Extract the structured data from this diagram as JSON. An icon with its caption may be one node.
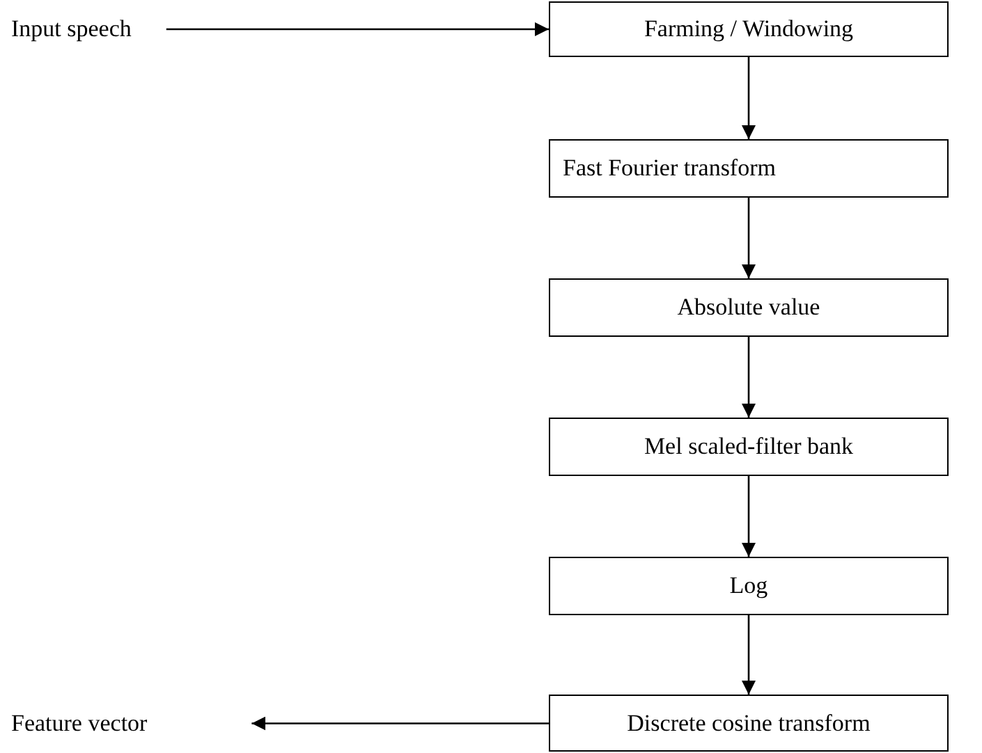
{
  "diagram": {
    "nodes": [
      {
        "text": [
          "Input speech"
        ]
      },
      {
        "text": [
          "Farming / Windowing"
        ]
      },
      {
        "text": [
          "Fast Fourier transform"
        ]
      },
      {
        "text": [
          "Absolute value"
        ]
      },
      {
        "text": [
          "Mel scaled-filter bank"
        ]
      },
      {
        "text": [
          "Log"
        ]
      },
      {
        "text": [
          "Discrete cosine transform"
        ]
      },
      {
        "text": [
          "Feature vector"
        ]
      }
    ],
    "edges": [
      {
        "from": 0,
        "to": 1,
        "arrow": "to"
      },
      {
        "from": 1,
        "to": 2,
        "arrow": "to"
      },
      {
        "from": 2,
        "to": 3,
        "arrow": "to"
      },
      {
        "from": 3,
        "to": 4,
        "arrow": "to"
      },
      {
        "from": 4,
        "to": 5,
        "arrow": "to"
      },
      {
        "from": 5,
        "to": 6,
        "arrow": "to"
      },
      {
        "from": 6,
        "to": 7,
        "arrow": "to"
      }
    ]
  }
}
